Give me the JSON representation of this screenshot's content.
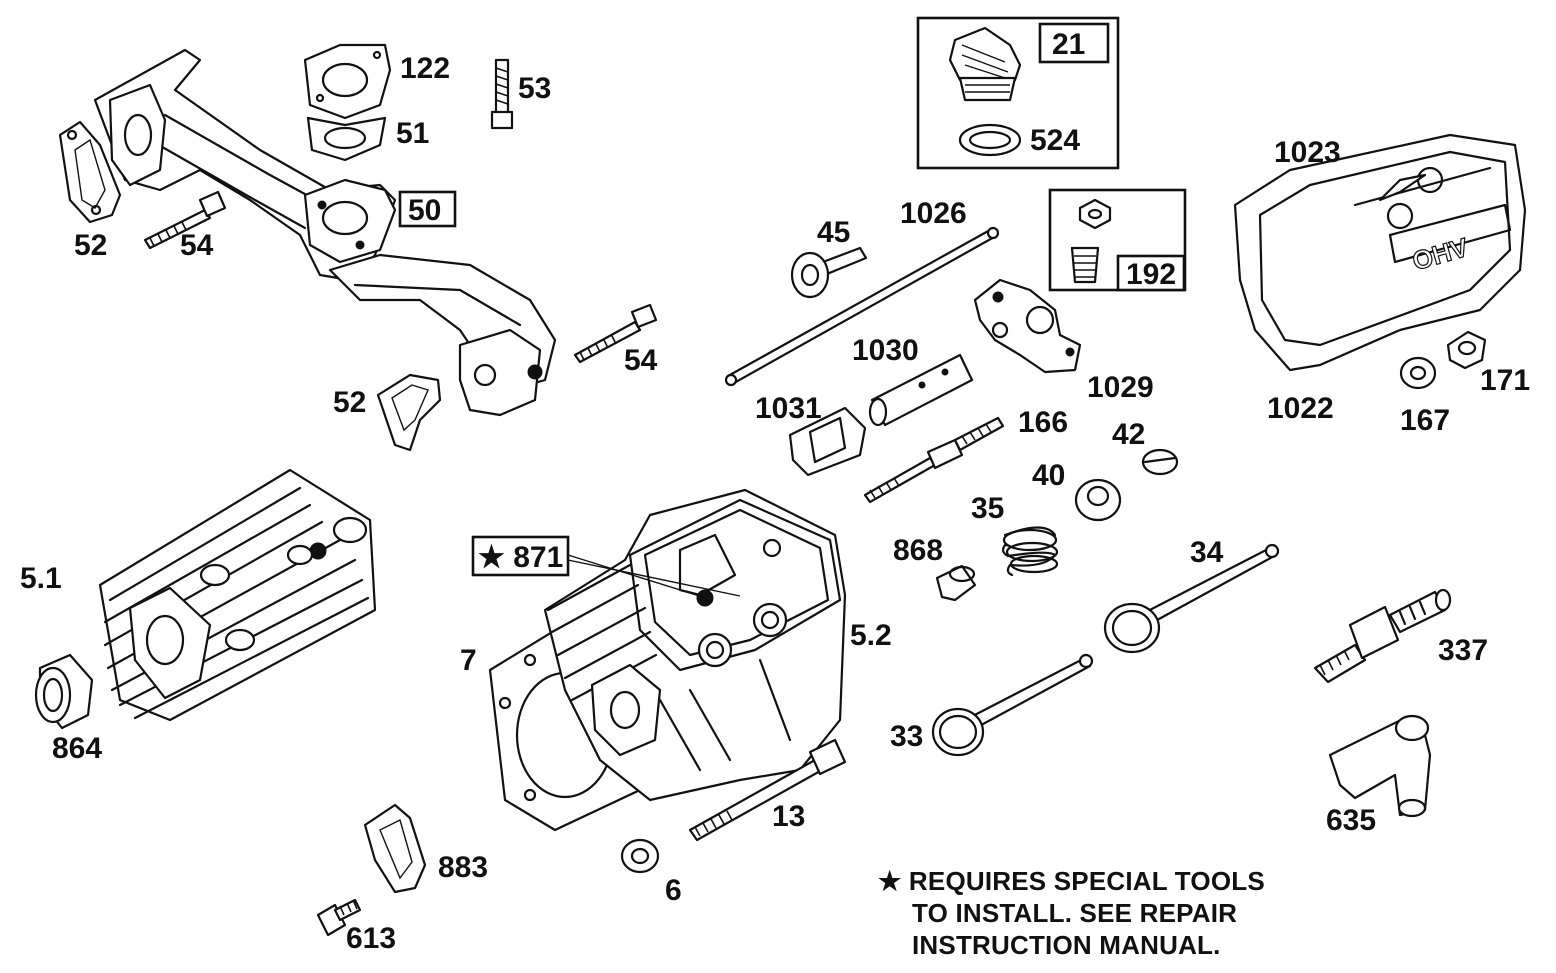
{
  "callouts": {
    "c21": "21",
    "c524": "524",
    "c122": "122",
    "c53": "53",
    "c51": "51",
    "c50": "50",
    "c52a": "52",
    "c54a": "54",
    "c54b": "54",
    "c52b": "52",
    "c1023": "1023",
    "c45": "45",
    "c1026": "1026",
    "c192": "192",
    "c1030": "1030",
    "c1029": "1029",
    "c1031": "1031",
    "c166": "166",
    "c42": "42",
    "c1022": "1022",
    "c167": "167",
    "c171": "171",
    "c40": "40",
    "c35": "35",
    "c868": "868",
    "c34": "34",
    "c871": "★ 871",
    "c5_1": "5.1",
    "c5_2": "5.2",
    "c7": "7",
    "c864": "864",
    "c337": "337",
    "c33": "33",
    "c13": "13",
    "c635": "635",
    "c883": "883",
    "c6": "6",
    "c613": "613"
  },
  "cover_embossing": "OHV",
  "note": {
    "line1": "★ REQUIRES SPECIAL TOOLS",
    "line2": "TO INSTALL.  SEE REPAIR",
    "line3": "INSTRUCTION MANUAL."
  }
}
